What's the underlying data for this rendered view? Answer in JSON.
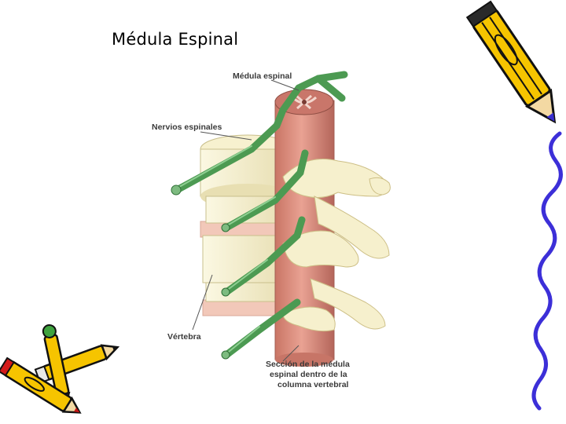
{
  "slide": {
    "title": "Médula Espinal"
  },
  "diagram": {
    "labels": {
      "spinal_cord": "Médula espinal",
      "spinal_nerves": "Nervios espinales",
      "vertebra": "Vértebra",
      "section_line1": "Sección de la médula",
      "section_line2": "espinal dentro de la",
      "section_line3": "columna vertebral"
    },
    "colors": {
      "bone": "#f4efc8",
      "bone_shadow": "#dcd2a0",
      "disc": "#f0c2b4",
      "cord": "#d98a7a",
      "cord_dark": "#b86a5c",
      "nerve": "#4c9a52",
      "nerve_dark": "#2f6e36",
      "pencil_yellow": "#f6c400",
      "pencil_outline": "#111111",
      "squiggle": "#3c2fd8"
    },
    "icons": [
      "pencil-icon-top-right",
      "pencils-icon-bottom-left",
      "squiggle-border"
    ]
  }
}
